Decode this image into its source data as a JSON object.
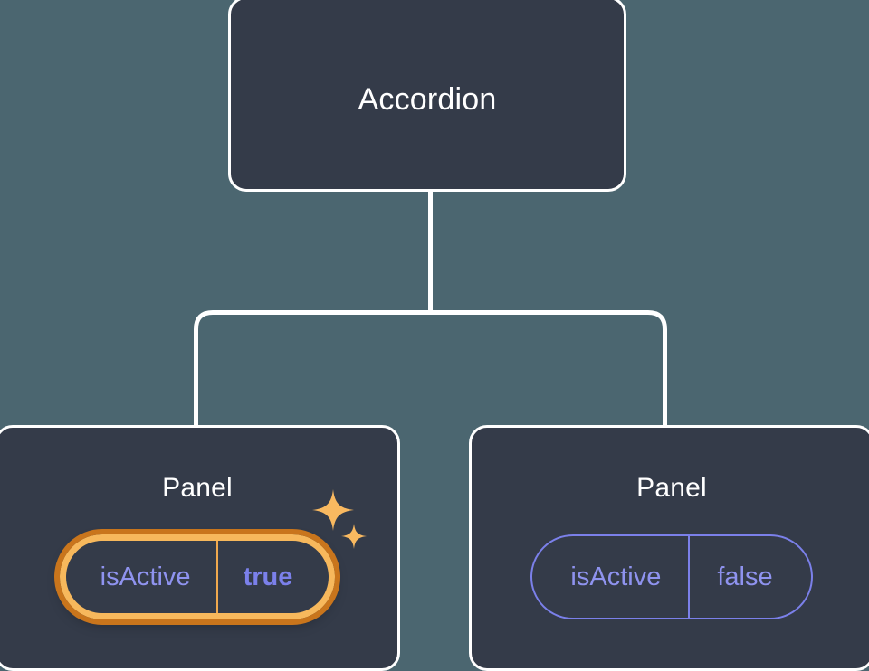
{
  "theme": {
    "background": "#4b6670",
    "card_fill": "#343b49",
    "card_border": "#ffffff",
    "connector": "#ffffff",
    "prop_text": "#8f93ef",
    "prop_border": "#7b80ea",
    "highlight_inner": "#f7b85c",
    "highlight_outer": "#c9751c",
    "sparkle": "#f9b960"
  },
  "tree": {
    "root": {
      "label": "Accordion"
    },
    "children": [
      {
        "label": "Panel",
        "highlighted": true,
        "prop": {
          "key": "isActive",
          "value": "true"
        },
        "sparkles": [
          "sparkle-large-icon",
          "sparkle-small-icon"
        ]
      },
      {
        "label": "Panel",
        "highlighted": false,
        "prop": {
          "key": "isActive",
          "value": "false"
        }
      }
    ]
  }
}
